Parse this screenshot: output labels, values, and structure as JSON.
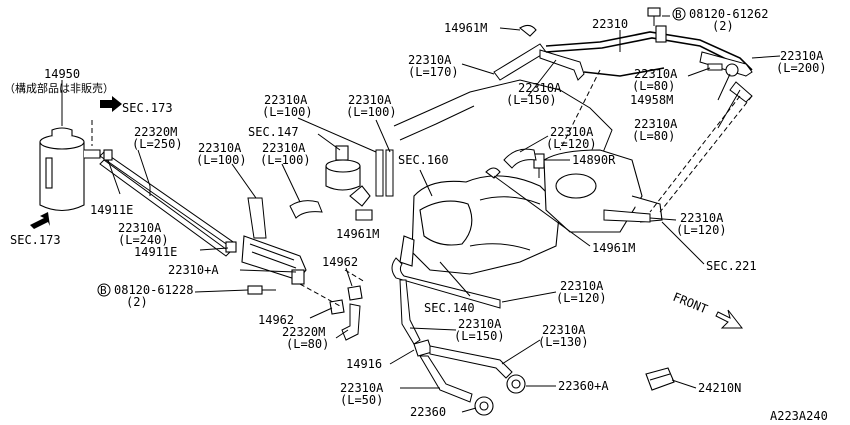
{
  "labels": {
    "p14950": "14950",
    "p14950_note": "（構成部品は非販売）",
    "sec173_top": "SEC.173",
    "sec173_left": "SEC.173",
    "p22320M_a": "22320M",
    "p22320M_a_len": "(L=250)",
    "p14911E_a": "14911E",
    "p22310A_240": "22310A",
    "p22310A_240_len": "(L=240)",
    "p14911E_b": "14911E",
    "p22310pA": "22310+A",
    "p08120_a": "08120-61228",
    "p08120_a_qty": "(2)",
    "p22310A_100a": "22310A",
    "p22310A_100a_len": "(L=100)",
    "p22310A_100b": "22310A",
    "p22310A_100b_len": "(L=100)",
    "sec147": "SEC.147",
    "p22310A_100c": "22310A",
    "p22310A_100c_len": "(L=100)",
    "p22310A_100d": "22310A",
    "p22310A_100d_len": "(L=100)",
    "p14961M_a": "14961M",
    "p14962_a": "14962",
    "p14962_b": "14962",
    "p22320M_b": "22320M",
    "p22320M_b_len": "(L=80)",
    "p14961M_top": "14961M",
    "p22310A_170": "22310A",
    "p22310A_170_len": "(L=170)",
    "p22310A_150a": "22310A",
    "p22310A_150a_len": "(L=150)",
    "p22310": "22310",
    "p08120_b": "08120-61262",
    "p08120_b_qty": "(2)",
    "p22310A_200": "22310A",
    "p22310A_200_len": "(L=200)",
    "p22310A_80a": "22310A",
    "p22310A_80a_len": "(L=80)",
    "p14958M": "14958M",
    "p22310A_80b": "22310A",
    "p22310A_80b_len": "(L=80)",
    "p22310A_120a": "22310A",
    "p22310A_120a_len": "(L=120)",
    "sec160": "SEC.160",
    "p14890R": "14890R",
    "p22310A_120b": "22310A",
    "p22310A_120b_len": "(L=120)",
    "p14961M_b": "14961M",
    "sec221": "SEC.221",
    "sec140": "SEC.140",
    "p22310A_120c": "22310A",
    "p22310A_120c_len": "(L=120)",
    "p22310A_150b": "22310A",
    "p22310A_150b_len": "(L=150)",
    "p22310A_130": "22310A",
    "p22310A_130_len": "(L=130)",
    "p14916": "14916",
    "p22310A_50": "22310A",
    "p22310A_50_len": "(L=50)",
    "p22360pA": "22360+A",
    "p22360": "22360",
    "p24210N": "24210N",
    "front": "FRONT",
    "bolt_symbol": "B",
    "code": "A223A240"
  }
}
